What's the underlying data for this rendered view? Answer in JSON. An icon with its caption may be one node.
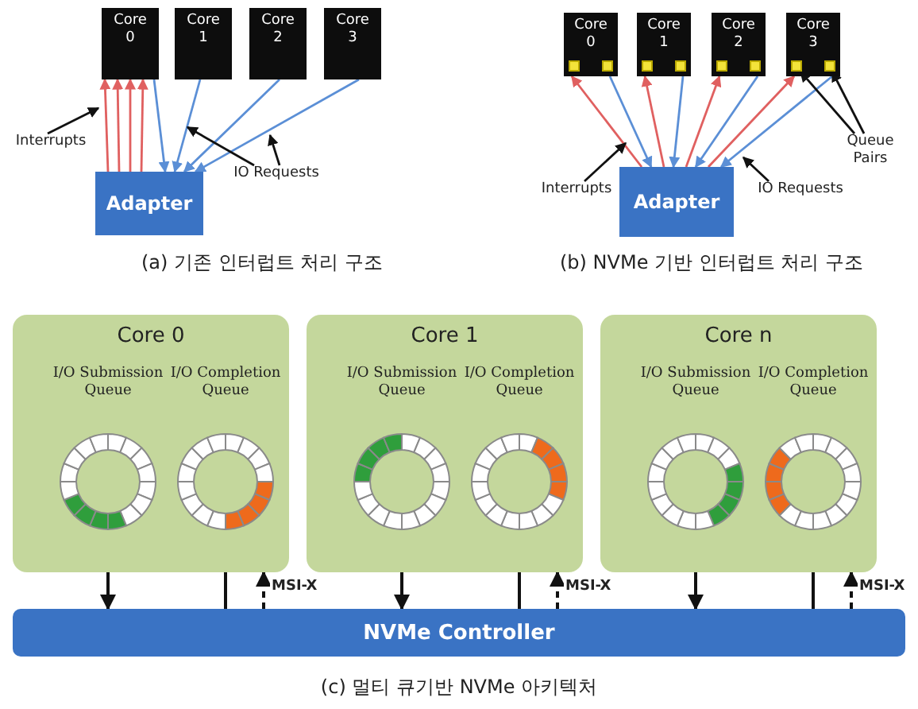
{
  "diagram": {
    "nodes": [
      {
        "text": [
          "Core 0"
        ]
      },
      {
        "text": [
          "Core 1"
        ]
      },
      {
        "text": [
          "Core 2"
        ]
      },
      {
        "text": [
          "Core 3"
        ]
      },
      {
        "text": [
          "Adapter"
        ]
      },
      {
        "text": [
          "Interrupts"
        ]
      },
      {
        "text": [
          "IO Requests"
        ]
      },
      {
        "text": [
          "Core 0"
        ]
      },
      {
        "text": [],
        "shape": "box",
        "in": 7
      },
      {
        "text": [],
        "shape": "box",
        "in": 7
      },
      {
        "text": [
          "Core 1"
        ]
      },
      {
        "text": [],
        "shape": "box",
        "in": 10
      },
      {
        "text": [],
        "shape": "box",
        "in": 10
      },
      {
        "text": [
          "Core 2"
        ]
      },
      {
        "text": [],
        "shape": "box",
        "in": 13
      },
      {
        "text": [],
        "shape": "box",
        "in": 13
      },
      {
        "text": [
          "Core 3"
        ]
      },
      {
        "text": [],
        "shape": "box",
        "in": 16
      },
      {
        "text": [],
        "shape": "box",
        "in": 16
      },
      {
        "text": [
          "Adapter"
        ]
      },
      {
        "text": [
          "Interrupts"
        ]
      },
      {
        "text": [
          "IO Requests"
        ]
      },
      {
        "text": [
          "Queue Pairs"
        ]
      },
      {
        "text": [
          "Core 0"
        ]
      },
      {
        "text": [
          "I/O Submission Queue"
        ],
        "in": 23
      },
      {
        "text": [
          "I/O Completion Queue"
        ],
        "in": 23
      },
      {
        "text": [
          "Core 1"
        ]
      },
      {
        "text": [
          "I/O Submission Queue"
        ],
        "in": 26
      },
      {
        "text": [
          "I/O Completion Queue"
        ],
        "in": 26
      },
      {
        "text": [
          "Core n"
        ]
      },
      {
        "text": [
          "I/O Submission Queue"
        ],
        "in": 29
      },
      {
        "text": [
          "I/O Completion Queue"
        ],
        "in": 29
      },
      {
        "text": [
          "NVMe Controller"
        ]
      }
    ],
    "edges": [
      {
        "from": 4,
        "to": 0,
        "arrow": "to",
        "color": "#e06060"
      },
      {
        "from": 4,
        "to": 0,
        "arrow": "to",
        "color": "#e06060"
      },
      {
        "from": 4,
        "to": 0,
        "arrow": "to",
        "color": "#e06060"
      },
      {
        "from": 4,
        "to": 0,
        "arrow": "to",
        "color": "#e06060"
      },
      {
        "from": 0,
        "to": 4,
        "arrow": "to",
        "color": "#5b8fd6"
      },
      {
        "from": 1,
        "to": 4,
        "arrow": "to",
        "color": "#5b8fd6"
      },
      {
        "from": 2,
        "to": 4,
        "arrow": "to",
        "color": "#5b8fd6"
      },
      {
        "from": 3,
        "to": 4,
        "arrow": "to",
        "color": "#5b8fd6"
      },
      {
        "from": 5,
        "to": null,
        "arrow": "to"
      },
      {
        "from": 6,
        "to": null,
        "arrow": "to"
      },
      {
        "from": 6,
        "to": null,
        "arrow": "to"
      },
      {
        "from": 19,
        "to": 7,
        "arrow": "to",
        "color": "#e06060"
      },
      {
        "from": 7,
        "to": 19,
        "arrow": "to",
        "color": "#5b8fd6"
      },
      {
        "from": 19,
        "to": 10,
        "arrow": "to",
        "color": "#e06060"
      },
      {
        "from": 10,
        "to": 19,
        "arrow": "to",
        "color": "#5b8fd6"
      },
      {
        "from": 19,
        "to": 13,
        "arrow": "to",
        "color": "#e06060"
      },
      {
        "from": 13,
        "to": 19,
        "arrow": "to",
        "color": "#5b8fd6"
      },
      {
        "from": 19,
        "to": 16,
        "arrow": "to",
        "color": "#e06060"
      },
      {
        "from": 16,
        "to": 19,
        "arrow": "to",
        "color": "#5b8fd6"
      },
      {
        "from": 20,
        "to": null,
        "arrow": "to"
      },
      {
        "from": 21,
        "to": null,
        "arrow": "to"
      },
      {
        "from": 22,
        "to": 17,
        "arrow": "to"
      },
      {
        "from": 22,
        "to": 18,
        "arrow": "to"
      },
      {
        "from": 24,
        "to": 32,
        "arrow": "to"
      },
      {
        "from": 32,
        "to": 25,
        "arrow": "to"
      },
      {
        "from": 32,
        "to": 23,
        "arrow": "to",
        "style": "dashed",
        "label": "MSI-X"
      },
      {
        "from": 27,
        "to": 32,
        "arrow": "to"
      },
      {
        "from": 32,
        "to": 28,
        "arrow": "to"
      },
      {
        "from": 32,
        "to": 26,
        "arrow": "to",
        "style": "dashed",
        "label": "MSI-X"
      },
      {
        "from": 30,
        "to": 32,
        "arrow": "to"
      },
      {
        "from": 32,
        "to": 31,
        "arrow": "to"
      },
      {
        "from": 32,
        "to": 29,
        "arrow": "to",
        "style": "dashed",
        "label": "MSI-X"
      }
    ],
    "labels": [
      "(a) 기존 인터럽트 처리 구조",
      "(b) NVMe 기반 인터럽트 처리 구조",
      "(c) 멀티 큐기반 NVMe 아키텍처"
    ]
  }
}
